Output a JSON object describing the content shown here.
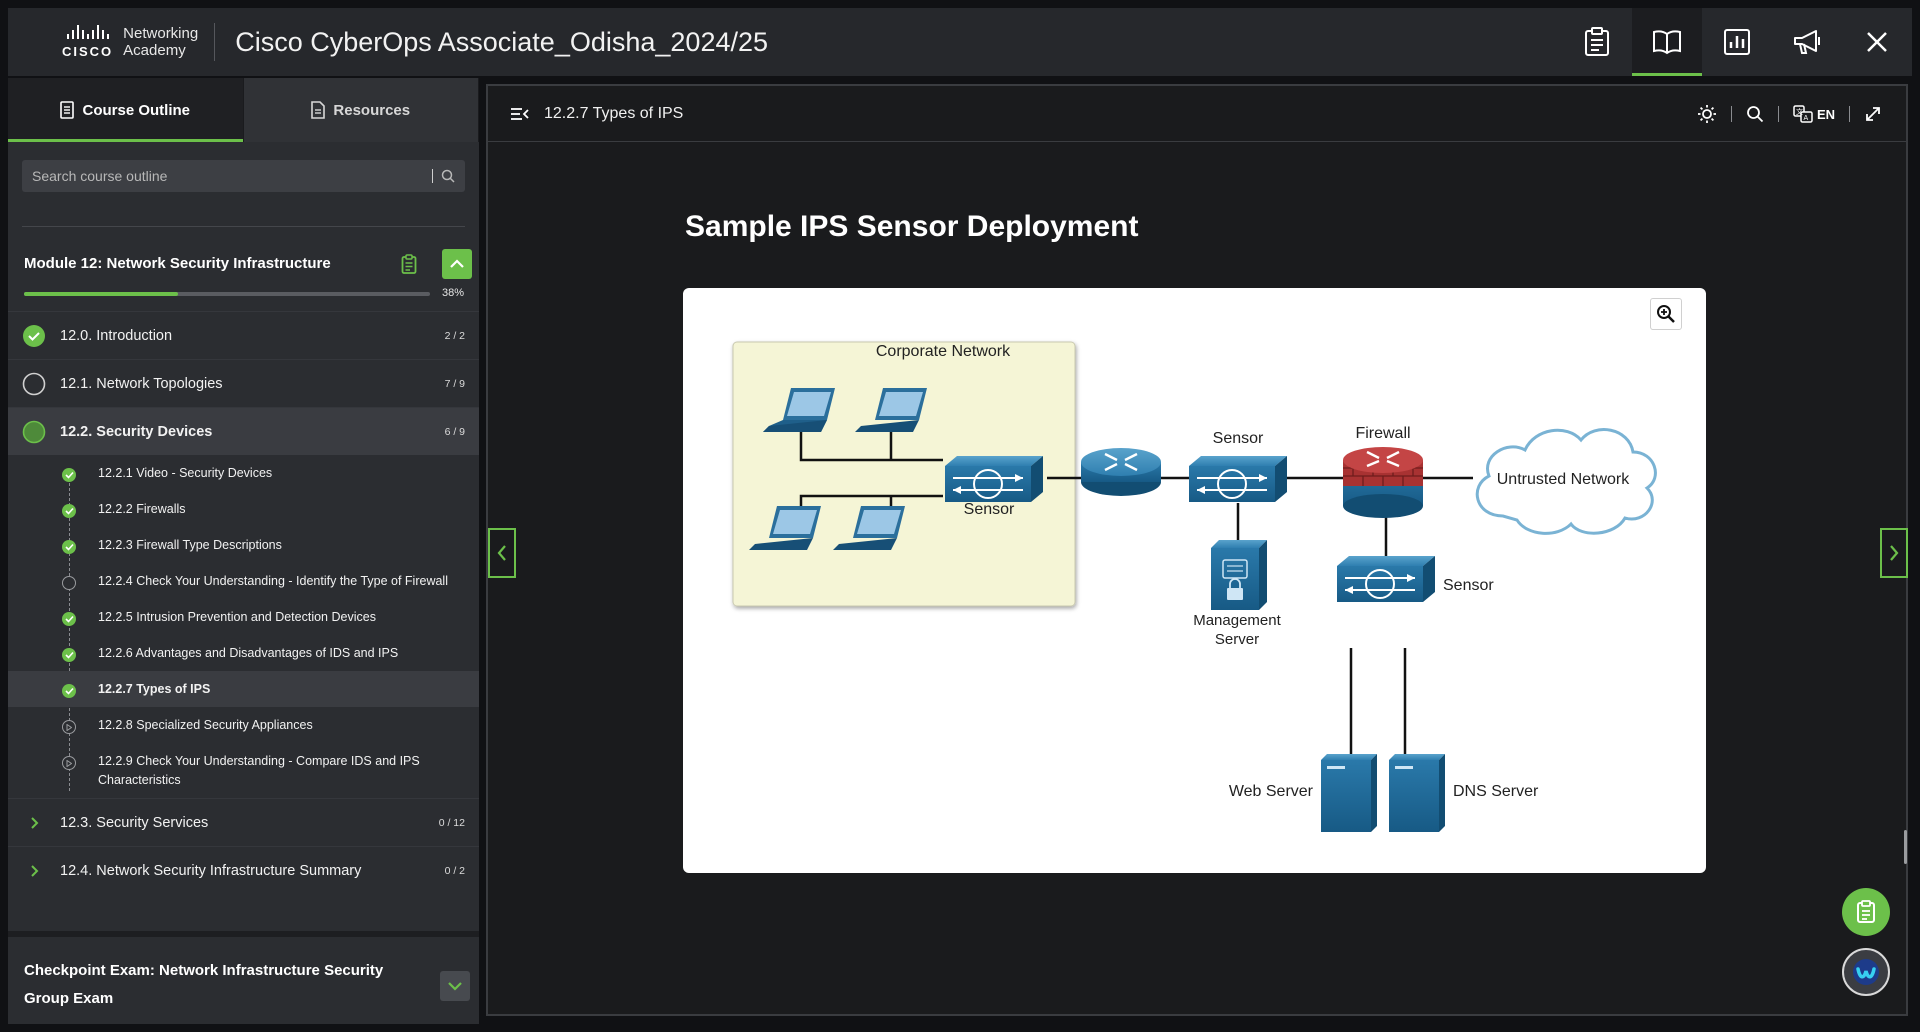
{
  "topbar": {
    "brand_line1": "Networking",
    "brand_line2": "Academy",
    "brand_cisco": "CISCO",
    "course_title": "Cisco CyberOps Associate_Odisha_2024/25",
    "icons": [
      "clipboard-icon",
      "book-icon",
      "chart-icon",
      "megaphone-icon",
      "close-icon"
    ],
    "active_icon": "book-icon",
    "accent": "#6cc04a"
  },
  "sidebar": {
    "tabs": [
      {
        "label": "Course Outline",
        "active": true
      },
      {
        "label": "Resources",
        "active": false
      }
    ],
    "search_placeholder": "Search course outline",
    "module": {
      "title": "Module 12: Network Security Infrastructure",
      "progress_fraction": 0.38,
      "progress_label": "38%"
    },
    "sections": [
      {
        "label": "12.0. Introduction",
        "count": "2 / 2",
        "status": "complete"
      },
      {
        "label": "12.1. Network Topologies",
        "count": "7 / 9",
        "status": "in-progress"
      },
      {
        "label": "12.2. Security Devices",
        "count": "6 / 9",
        "status": "active"
      }
    ],
    "sub_items": [
      {
        "label": "12.2.1 Video - Security Devices",
        "done": true
      },
      {
        "label": "12.2.2 Firewalls",
        "done": true
      },
      {
        "label": "12.2.3 Firewall Type Descriptions",
        "done": true
      },
      {
        "label": "12.2.4 Check Your Understanding - Identify the Type of Firewall",
        "done": false
      },
      {
        "label": "12.2.5 Intrusion Prevention and Detection Devices",
        "done": true
      },
      {
        "label": "12.2.6 Advantages and Disadvantages of IDS and IPS",
        "done": true
      },
      {
        "label": "12.2.7 Types of IPS",
        "done": true
      },
      {
        "label": "12.2.8 Specialized Security Appliances",
        "done": false
      },
      {
        "label": "12.2.9 Check Your Understanding - Compare IDS and IPS Characteristics",
        "done": false
      }
    ],
    "collapsed_sections": [
      {
        "label": "12.3. Security Services",
        "count": "0 / 12"
      },
      {
        "label": "12.4. Network Security Infrastructure Summary",
        "count": "0 / 2"
      }
    ],
    "checkpoint": {
      "title": "Checkpoint Exam: Network Infrastructure Security Group Exam"
    }
  },
  "content": {
    "breadcrumb": "12.2.7 Types of IPS",
    "language": "EN",
    "heading": "Sample IPS Sensor Deployment",
    "diagram": {
      "corporate_label": "Corporate Network",
      "sensor_label": "Sensor",
      "firewall_label": "Firewall",
      "untrusted_label": "Untrusted Network",
      "mgmt_line1": "Management",
      "mgmt_line2": "Server",
      "web_server": "Web Server",
      "dns_server": "DNS Server",
      "corp_bg": "#f5f5d6",
      "device_color": "#1f6f9f"
    }
  }
}
